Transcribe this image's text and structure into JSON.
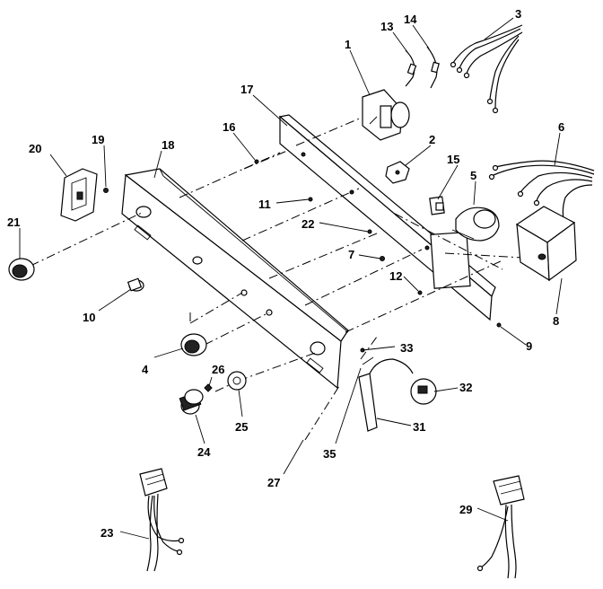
{
  "callouts": {
    "c1": "1",
    "c2": "2",
    "c3": "3",
    "c4": "4",
    "c5": "5",
    "c6": "6",
    "c7": "7",
    "c8": "8",
    "c9": "9",
    "c10": "10",
    "c11": "11",
    "c12": "12",
    "c13": "13",
    "c14": "14",
    "c15": "15",
    "c16": "16",
    "c17": "17",
    "c18": "18",
    "c19": "19",
    "c20": "20",
    "c21": "21",
    "c22": "22",
    "c23": "23",
    "c24": "24",
    "c25": "25",
    "c26": "26",
    "c27": "27",
    "c29": "29",
    "c31": "31",
    "c32": "32",
    "c33": "33",
    "c35": "35"
  }
}
